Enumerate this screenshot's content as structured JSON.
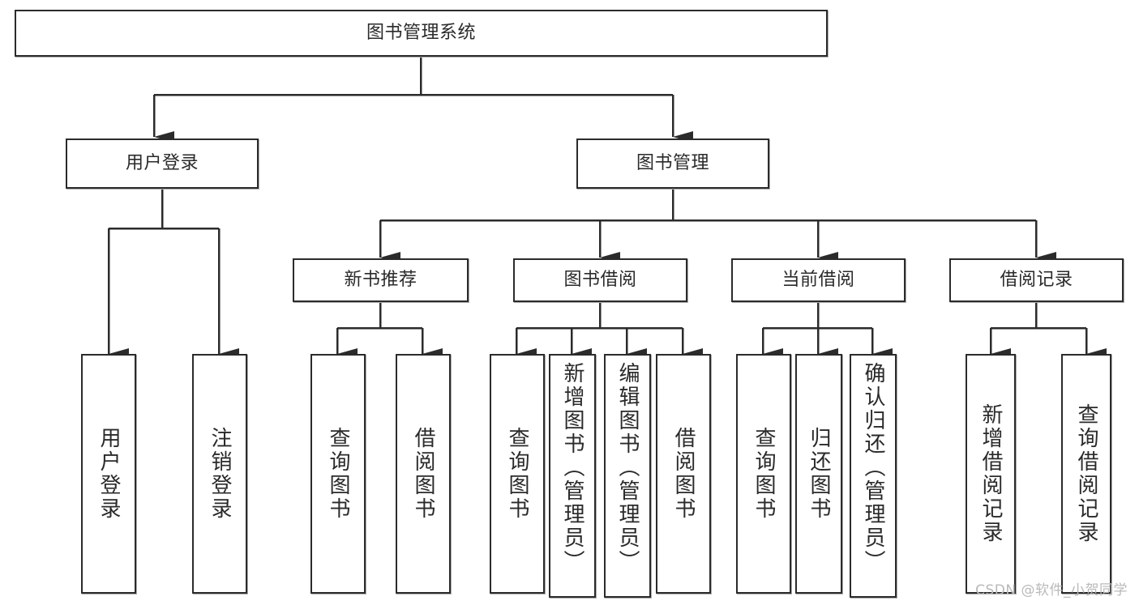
{
  "diagram": {
    "title": "图书管理系统",
    "type": "hierarchy-tree",
    "background_color": "#ffffff",
    "box_border_color": "#2b2b2b",
    "text_color": "#2a2a2a",
    "connector_color": "#2b2b2b"
  },
  "nodes": {
    "root": {
      "label": "图书管理系统",
      "level": 0
    },
    "l1": [
      {
        "id": "user_login",
        "label": "用户登录",
        "level": 1
      },
      {
        "id": "book_manage",
        "label": "图书管理",
        "level": 1
      }
    ],
    "l2": [
      {
        "id": "new_book_rec",
        "label": "新书推荐",
        "level": 2,
        "parent": "book_manage"
      },
      {
        "id": "book_borrow",
        "label": "图书借阅",
        "level": 2,
        "parent": "book_manage"
      },
      {
        "id": "current_borrow",
        "label": "当前借阅",
        "level": 2,
        "parent": "book_manage"
      },
      {
        "id": "borrow_record",
        "label": "借阅记录",
        "level": 2,
        "parent": "book_manage"
      }
    ],
    "leaves": [
      {
        "id": "leaf_user_login",
        "label": "用户登录",
        "parent": "user_login"
      },
      {
        "id": "leaf_logout",
        "label": "注销登录",
        "parent": "user_login"
      },
      {
        "id": "leaf_query_book_1",
        "label": "查询图书",
        "parent": "new_book_rec"
      },
      {
        "id": "leaf_borrow_book_1",
        "label": "借阅图书",
        "parent": "new_book_rec"
      },
      {
        "id": "leaf_query_book_2",
        "label": "查询图书",
        "parent": "book_borrow"
      },
      {
        "id": "leaf_add_book",
        "label": "新增图书（管理员）",
        "parent": "book_borrow"
      },
      {
        "id": "leaf_edit_book",
        "label": "编辑图书（管理员）",
        "parent": "book_borrow"
      },
      {
        "id": "leaf_borrow_book_2",
        "label": "借阅图书",
        "parent": "book_borrow"
      },
      {
        "id": "leaf_query_book_3",
        "label": "查询图书",
        "parent": "current_borrow"
      },
      {
        "id": "leaf_return_book",
        "label": "归还图书",
        "parent": "current_borrow"
      },
      {
        "id": "leaf_confirm_return",
        "label": "确认归还（管理员）",
        "parent": "current_borrow"
      },
      {
        "id": "leaf_add_record",
        "label": "新增借阅记录",
        "parent": "borrow_record"
      },
      {
        "id": "leaf_query_record",
        "label": "查询借阅记录",
        "parent": "borrow_record"
      }
    ]
  },
  "watermark": {
    "text": "CSDN @软件_小贺同学"
  }
}
